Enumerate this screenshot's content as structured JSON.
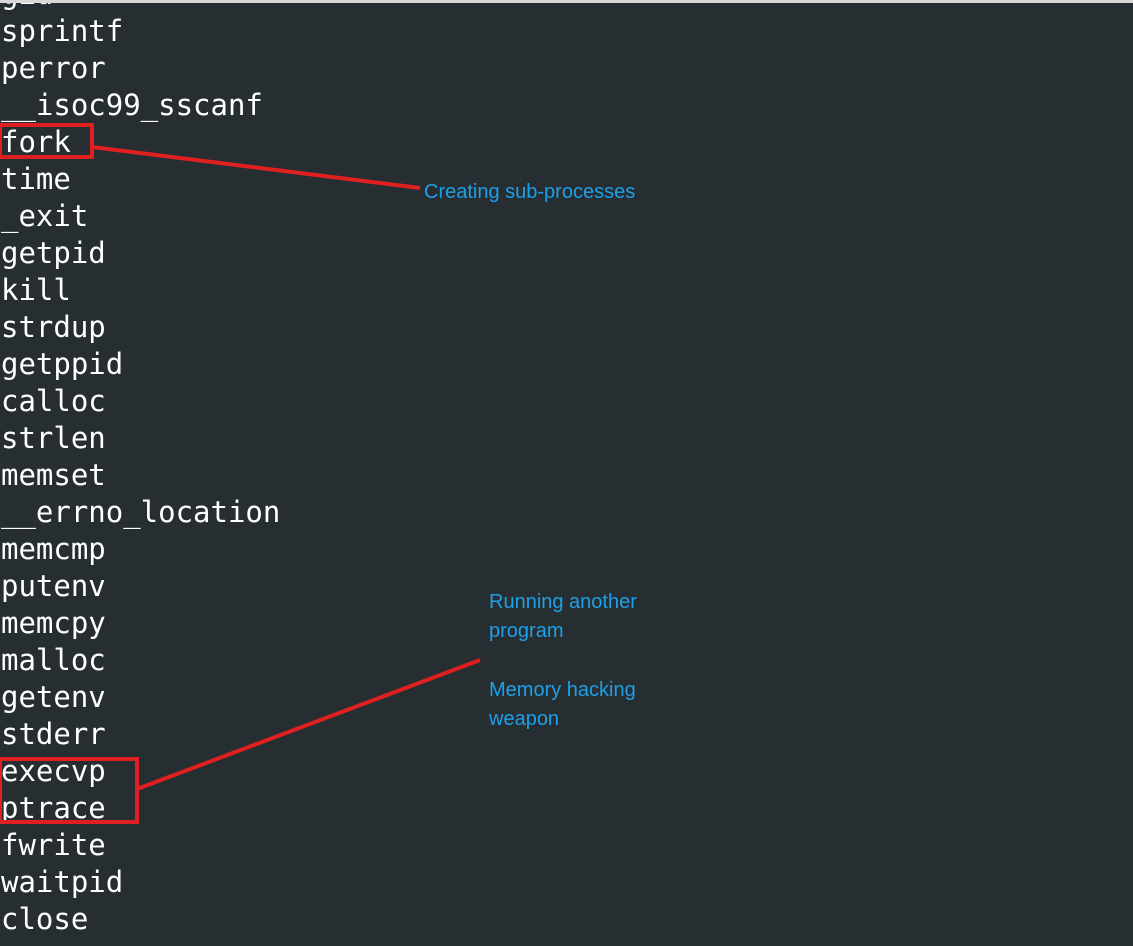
{
  "terminal": {
    "lines": [
      "gid",
      "sprintf",
      "perror",
      "__isoc99_sscanf",
      "fork",
      "time",
      "_exit",
      "getpid",
      "kill",
      "strdup",
      "getppid",
      "calloc",
      "strlen",
      "memset",
      "__errno_location",
      "memcmp",
      "putenv",
      "memcpy",
      "malloc",
      "getenv",
      "stderr",
      "execvp",
      "ptrace",
      "fwrite",
      "waitpid",
      "close"
    ]
  },
  "annotations": {
    "fork_note": "Creating sub-processes",
    "exec_note_line1": "Running another",
    "exec_note_line2": "program",
    "ptrace_note_line1": "Memory hacking",
    "ptrace_note_line2": "weapon"
  },
  "colors": {
    "background": "#262e31",
    "text": "#ffffff",
    "highlight": "#e02020",
    "note": "#1ea0e8"
  }
}
